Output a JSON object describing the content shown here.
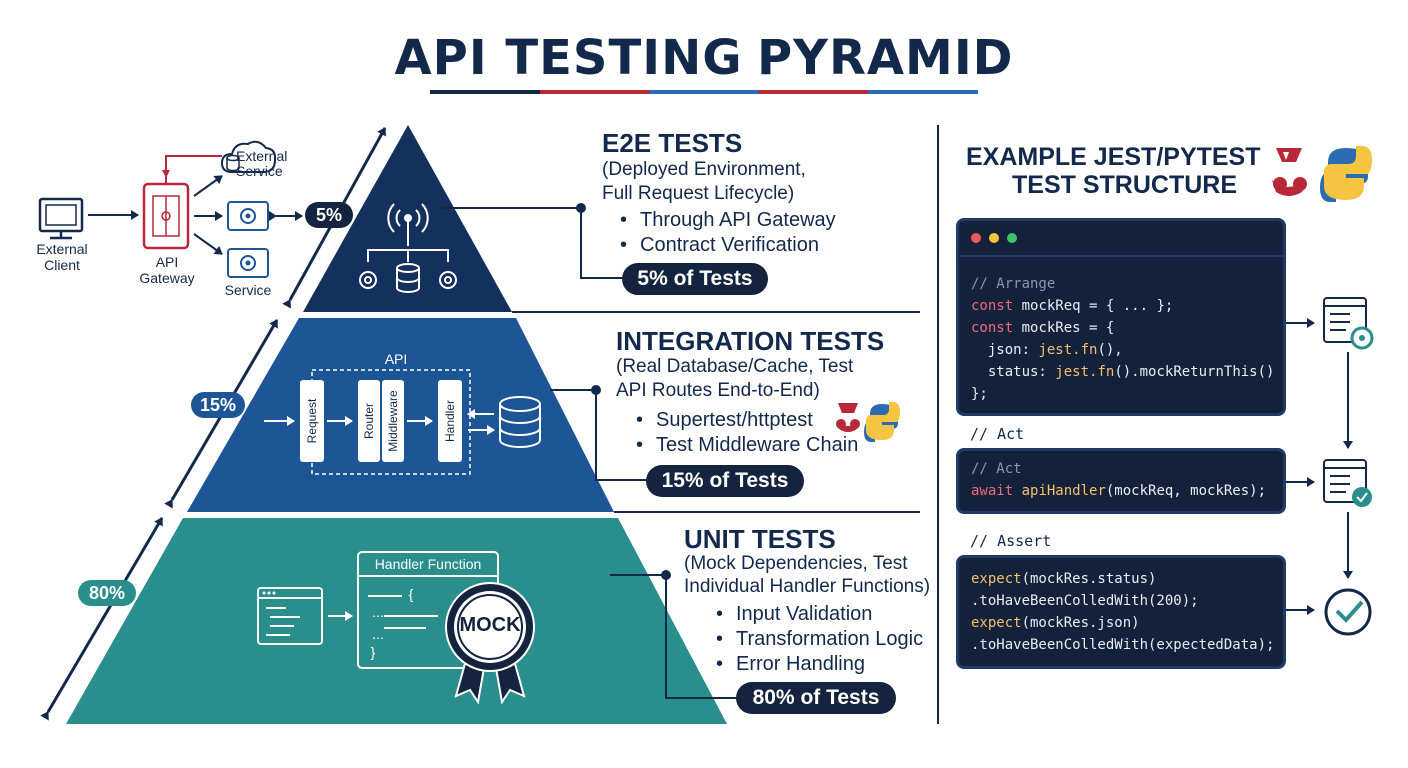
{
  "title": {
    "part1": "API TESTING",
    "part2": "PYRAMID"
  },
  "colors": {
    "navy": "#13294b",
    "top_tier": "#14305c",
    "mid_tier": "#1e5597",
    "bottom_tier": "#2a8e8c",
    "accent_red": "#b82838",
    "accent_blue": "#2b6cb0",
    "code_bg": "#14213a"
  },
  "left_diagram": {
    "external_client": "External\nClient",
    "api_gateway": "API\nGateway",
    "external_service": "External\nService",
    "service": "Service"
  },
  "tiers": {
    "e2e": {
      "pct_badge": "5%",
      "heading": "E2E TESTS",
      "subtitle_line1": "(Deployed Environment,",
      "subtitle_line2": "Full Request Lifecycle)",
      "bullets": [
        "Through API Gateway",
        "Contract Verification"
      ],
      "pill": "5% of Tests"
    },
    "integration": {
      "pct_badge": "15%",
      "heading": "INTEGRATION TESTS",
      "subtitle_line1": "(Real Database/Cache, Test",
      "subtitle_line2": "API Routes End-to-End)",
      "bullets": [
        "Supertest/httptest",
        "Test Middleware Chain"
      ],
      "pill": "15% of Tests",
      "diagram": {
        "api_label": "API",
        "request": "Request",
        "router": "Router",
        "middleware": "Middleware",
        "handler": "Handler"
      }
    },
    "unit": {
      "pct_badge": "80%",
      "heading": "UNIT TESTS",
      "subtitle_line1": "(Mock Dependencies, Test",
      "subtitle_line2": "Individual Handler Functions)",
      "bullets": [
        "Input Validation",
        "Transformation Logic",
        "Error Handling"
      ],
      "pill": "80% of Tests",
      "diagram": {
        "handler_title": "Handler Function",
        "code_open": "{",
        "code_dots1": "...",
        "code_dots2": "...",
        "code_close": "}",
        "mock_badge": "MOCK"
      }
    }
  },
  "example": {
    "heading_line1": "EXAMPLE JEST/PYTEST",
    "heading_line2": "TEST STRUCTURE",
    "arrange_block": {
      "l1": "// Arrange",
      "l2_kw": "const",
      "l2_rest": " mockReq = { ... };",
      "l3_kw": "const",
      "l3_rest": " mockRes = {",
      "l4_a": "  json: ",
      "l4_b": "jest.fn",
      "l4_c": "(),",
      "l5_a": "  status: ",
      "l5_b": "jest.fn",
      "l5_c": "().mockReturnThis()",
      "l6": "};"
    },
    "act_label": "// Act",
    "act_block": {
      "l1": "// Act",
      "l2_kw": "await",
      "l2_fn": " apiHandler",
      "l2_rest": "(mockReq, mockRes);"
    },
    "assert_label": "// Assert",
    "assert_block": {
      "l1_fn": "expect",
      "l1_rest": "(mockRes.status)",
      "l2": ".toHaveBeenColledWith(200);",
      "l3_fn": "expect",
      "l3_rest": "(mockRes.json)",
      "l4": ".toHaveBeenColledWith(expectedData);"
    }
  }
}
